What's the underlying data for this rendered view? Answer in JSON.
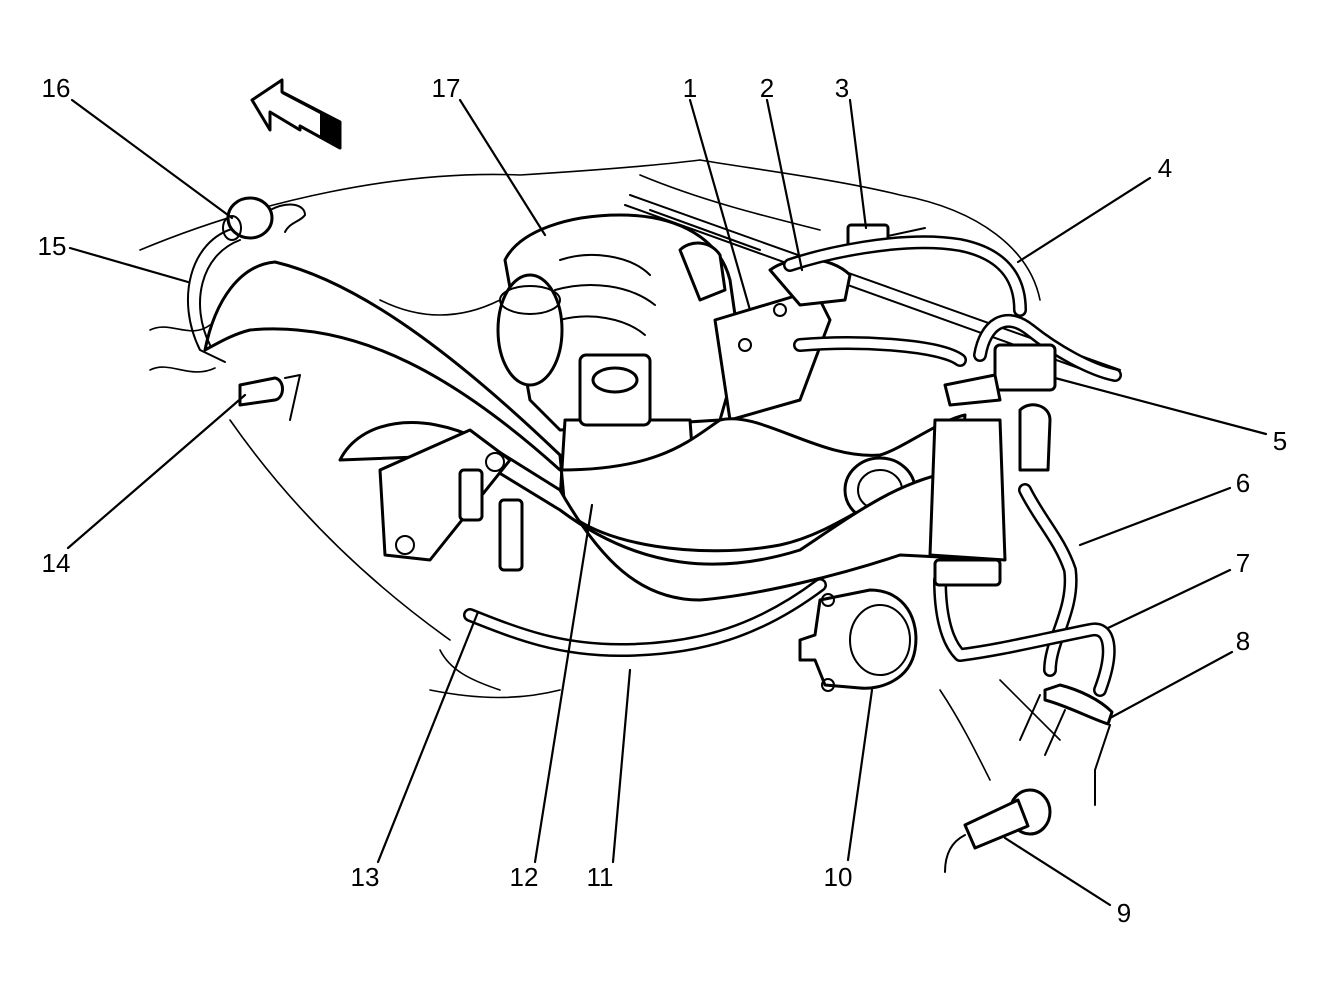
{
  "diagram": {
    "callouts": [
      {
        "id": "1",
        "text": "1"
      },
      {
        "id": "2",
        "text": "2"
      },
      {
        "id": "3",
        "text": "3"
      },
      {
        "id": "4",
        "text": "4"
      },
      {
        "id": "5",
        "text": "5"
      },
      {
        "id": "6",
        "text": "6"
      },
      {
        "id": "7",
        "text": "7"
      },
      {
        "id": "8",
        "text": "8"
      },
      {
        "id": "9",
        "text": "9"
      },
      {
        "id": "10",
        "text": "10"
      },
      {
        "id": "11",
        "text": "11"
      },
      {
        "id": "12",
        "text": "12"
      },
      {
        "id": "13",
        "text": "13"
      },
      {
        "id": "14",
        "text": "14"
      },
      {
        "id": "15",
        "text": "15"
      },
      {
        "id": "16",
        "text": "16"
      },
      {
        "id": "17",
        "text": "17"
      }
    ],
    "colors": {
      "ink": "#000000",
      "paper": "#ffffff"
    }
  }
}
